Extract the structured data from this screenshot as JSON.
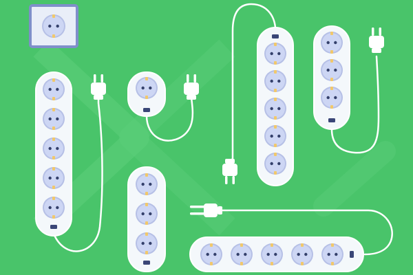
{
  "scene": {
    "background": "#49c46a",
    "watermark": "#5ccf7a",
    "strip_body": "#f4f8fb",
    "strip_outline": "#ffffff",
    "socket_face": "#cdd6f4",
    "socket_ring": "#b6c0e6",
    "socket_hole": "#34406b",
    "socket_ground": "#f1c86b",
    "cable": "#ffffff",
    "plug_body": "#ffffff",
    "plug_prong": "#ffffff",
    "power_indicator": "#3a4677",
    "wall_plate": "#e9eef8",
    "wall_plate_border": "#7f8fca"
  },
  "power_strips": [
    {
      "name": "strip-left-vertical",
      "sockets": 5,
      "orientation": "vertical",
      "has_indicator": true
    },
    {
      "name": "strip-small-single",
      "sockets": 1,
      "orientation": "vertical",
      "has_indicator": true
    },
    {
      "name": "strip-bottom-vertical",
      "sockets": 3,
      "orientation": "vertical",
      "has_indicator": true
    },
    {
      "name": "strip-center-tall",
      "sockets": 5,
      "orientation": "vertical",
      "has_indicator": true
    },
    {
      "name": "strip-right-vertical",
      "sockets": 3,
      "orientation": "vertical",
      "has_indicator": true
    },
    {
      "name": "strip-bottom-horizontal",
      "sockets": 5,
      "orientation": "horizontal",
      "has_indicator": true
    }
  ],
  "wall_outlet": {
    "sockets": 1
  }
}
